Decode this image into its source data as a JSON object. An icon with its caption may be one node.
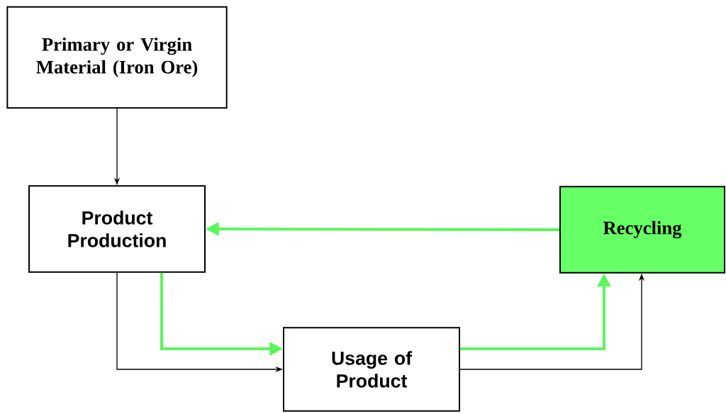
{
  "diagram": {
    "nodes": [
      {
        "text": [
          "Primary or Virgin Material (Iron Ore)"
        ]
      },
      {
        "text": [
          "Product Production"
        ]
      },
      {
        "text": [
          "Recycling"
        ]
      },
      {
        "text": [
          "Usage of Product"
        ]
      }
    ],
    "edges": [
      {
        "from": 0,
        "to": 1,
        "arrow": "to"
      },
      {
        "from": 2,
        "to": 1,
        "arrow": "to",
        "style": "thick",
        "color": "#5cf55c"
      },
      {
        "from": 1,
        "to": 3,
        "arrow": "to",
        "style": "thick",
        "color": "#5cf55c"
      },
      {
        "from": 1,
        "to": 3,
        "arrow": "to"
      },
      {
        "from": 3,
        "to": 2,
        "arrow": "to",
        "style": "thick",
        "color": "#5cf55c"
      },
      {
        "from": 3,
        "to": 2,
        "arrow": "to"
      }
    ]
  }
}
